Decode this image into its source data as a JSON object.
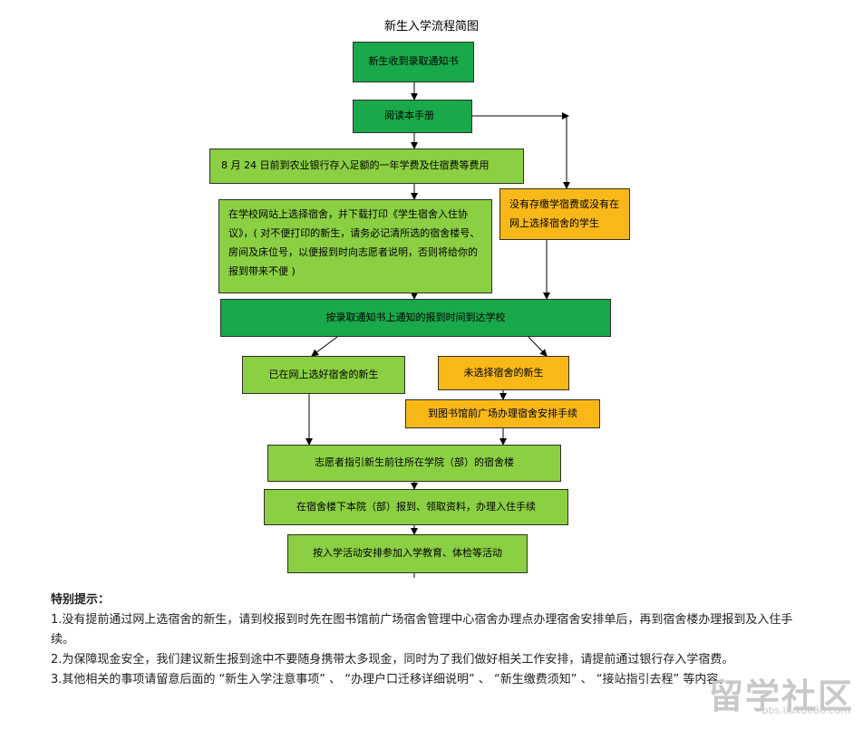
{
  "title": "新生入学流程简图",
  "boxes": {
    "b1": "新生收到录取通知书",
    "b2": "阅读本手册",
    "b3": "8 月 24 日前到农业银行存入足额的一年学费及住宿费等费用",
    "b4": "在学校网站上选择宿舍，并下载打印《学生宿舍入住协议》，( 对不便打印的新生，请务必记清所选的宿舍楼号、房间及床位号，以便报到时向志愿者说明，否则将给你的报到带来不便 )",
    "b5": "没有存缴学宿费或没有在网上选择宿舍的学生",
    "b6": "按录取通知书上通知的报到时间到达学校",
    "b7": "已在网上选好宿舍的新生",
    "b8": "未选择宿舍的新生",
    "b9": "到图书馆前广场办理宿舍安排手续",
    "b10": "志愿者指引新生前往所在学院（部）的宿舍楼",
    "b11": "在宿舍楼下本院（部）报到、领取资料，办理入住手续",
    "b12": "按入学活动安排参加入学教育、体检等活动"
  },
  "notes": {
    "heading": "特别提示：",
    "items": [
      "1.没有提前通过网上选宿舍的新生，请到校报到时先在图书馆前广场宿舍管理中心宿舍办理点办理宿舍安排单后，再到宿舍楼办理报到及入住手续。",
      "2.为保障现金安全，我们建议新生报到途中不要随身携带太多现金，同时为了我们做好相关工作安排，请提前通过银行存入学宿费。",
      "3.其他相关的事项请留意后面的 “新生入学注意事项” 、 “办理户口迁移详细说明” 、 “新生缴费须知” 、 “接站指引去程” 等内容。"
    ]
  },
  "watermark": {
    "text": "留学社区",
    "url": "bbs.liuxue86.com"
  },
  "colors": {
    "dark_green": "#19a84a",
    "light_green": "#8bcf43",
    "orange": "#f8b818"
  }
}
